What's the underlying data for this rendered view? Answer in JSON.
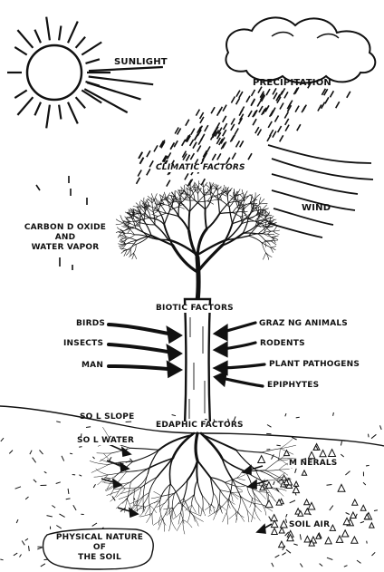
{
  "labels": {
    "sunlight": "SUNLIGHT",
    "precipitation": "PRECIPITATION",
    "climatic_factors": "CLIMATIC FACTORS",
    "carbon_dioxide_line1": "CARBON D OXIDE",
    "carbon_dioxide_line2": "AND",
    "carbon_dioxide_line3": "WATER VAPOR",
    "wind": "WIND",
    "biotic_factors": "BIOTIC FACTORS",
    "birds": "BIRDS",
    "insects": "INSECTS",
    "man": "MAN",
    "grazing_animals": "GRAZ NG ANIMALS",
    "rodents": "RODENTS",
    "plant_pathogens": "PLANT PATHOGENS",
    "epiphytes": "EPIPHYTES",
    "soil_slope": "SO L SLOPE",
    "edaphic_factors": "EDAPHIC FACTORS",
    "soil_water": "SO L WATER",
    "minerals": "M NERALS",
    "soil_air": "SOIL AIR",
    "physical_nature_line1": "PHYSICAL NATURE",
    "physical_nature_line2": "OF",
    "physical_nature_line3": "THE SOIL"
  },
  "colors": {
    "ink": "#111111",
    "paper": "#ffffff"
  }
}
